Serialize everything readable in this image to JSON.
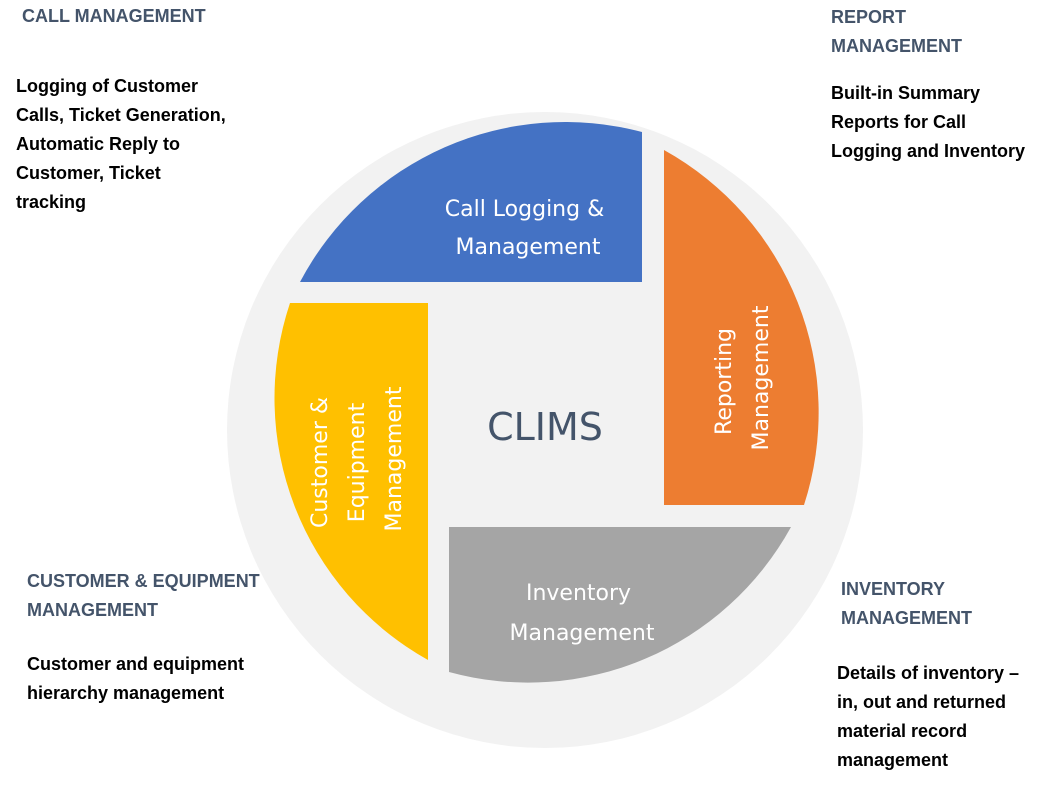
{
  "diagram": {
    "center_label": "CLIMS",
    "segments": {
      "call": {
        "lines": [
          "Call Logging &",
          "Management"
        ],
        "color": "#4472c4"
      },
      "reporting": {
        "lines": [
          "Reporting",
          "Management"
        ],
        "color": "#ed7d31"
      },
      "inventory": {
        "lines": [
          "Inventory",
          "Management"
        ],
        "color": "#a5a5a5"
      },
      "customer": {
        "lines": [
          "Customer &",
          "Equipment",
          "Management"
        ],
        "color": "#ffc000"
      }
    },
    "ring_color": "#f2f2f2"
  },
  "captions": {
    "call": {
      "heading": "CALL MANAGEMENT",
      "desc_lines": [
        "Logging of Customer",
        "Calls, Ticket Generation,",
        "Automatic Reply to",
        "Customer,  Ticket",
        "tracking"
      ]
    },
    "report": {
      "heading_lines": [
        "REPORT",
        "MANAGEMENT"
      ],
      "desc_lines": [
        "Built-in Summary",
        "Reports for Call",
        "Logging and Inventory"
      ]
    },
    "customer": {
      "heading_lines": [
        "CUSTOMER & EQUIPMENT",
        "MANAGEMENT"
      ],
      "desc_lines": [
        "Customer and equipment",
        "hierarchy management"
      ]
    },
    "inventory": {
      "heading_lines": [
        "INVENTORY",
        "MANAGEMENT"
      ],
      "desc_lines": [
        "Details of inventory –",
        "in, out and returned",
        "material record",
        "management"
      ]
    }
  }
}
